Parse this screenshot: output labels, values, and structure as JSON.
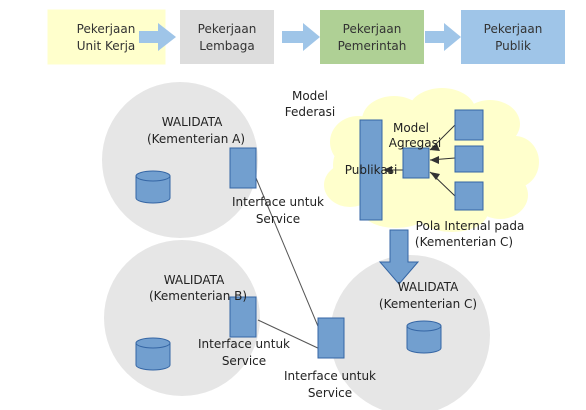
{
  "flow": [
    {
      "line1": "Pekerjaan",
      "line2": "Unit Kerja",
      "fill": "#FFFFCC"
    },
    {
      "line1": "Pekerjaan",
      "line2": "Lembaga",
      "fill": "#DDDDDD"
    },
    {
      "line1": "Pekerjaan",
      "line2": "Pemerintah",
      "fill": "#AFD095"
    },
    {
      "line1": "Pekerjaan",
      "line2": "Publik",
      "fill": "#9FC5E8"
    }
  ],
  "model_federasi": {
    "line1": "Model",
    "line2": "Federasi"
  },
  "walidata_a": {
    "line1": "WALIDATA",
    "line2": "(Kementerian A)"
  },
  "walidata_b": {
    "line1": "WALIDATA",
    "line2": "(Kementerian B)"
  },
  "walidata_c": {
    "line1": "WALIDATA",
    "line2": "(Kementerian C)"
  },
  "service_a": {
    "line1": "Interface untuk",
    "line2": "Service"
  },
  "service_b": {
    "line1": "Interface untuk",
    "line2": "Service"
  },
  "service_c": {
    "line1": "Interface untuk",
    "line2": "Service"
  },
  "model_agregasi": {
    "line1": "Model",
    "line2": "Agregasi"
  },
  "publikasi": "Publikasi",
  "pola_internal": {
    "line1": "Pola Internal pada",
    "line2": "(Kementerian C)"
  },
  "colors": {
    "circle_fill": "#E6E6E6",
    "cloud_fill": "#FFFFCC",
    "block_fill": "#729FCF",
    "block_stroke": "#3465A4",
    "arrow_fill": "#9FC5E8"
  }
}
